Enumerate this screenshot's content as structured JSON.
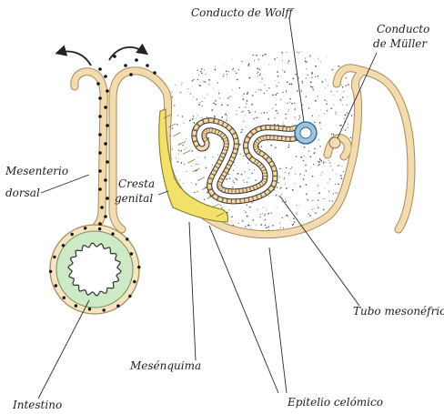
{
  "figure": {
    "labels": {
      "wolff_duct": "Conducto de Wolff",
      "muller_duct_line1": "Conducto",
      "muller_duct_line2": "de Müller",
      "dorsal_mesentery_line1": "Mesenterio",
      "dorsal_mesentery_line2": "dorsal",
      "genital_ridge_line1": "Cresta",
      "genital_ridge_line2": "genital",
      "mesonephric_tubule": "Tubo mesonéfrico",
      "mesenchyme": "Mesénquima",
      "intestine": "Intestino",
      "coelomic_epithelium": "Epitelio celómico"
    },
    "colors": {
      "epithelium_fill": "#f3dbb0",
      "epithelium_edge": "#a98a55",
      "genital_ridge": "#f2e16a",
      "intestine_wall": "#cde9c5",
      "wolff_duct": "#9cc3e0",
      "muller_duct": "#f2dbb6",
      "outline": "#222222"
    },
    "icons": {
      "flow_arrows": "curved-arrow-icon"
    }
  }
}
